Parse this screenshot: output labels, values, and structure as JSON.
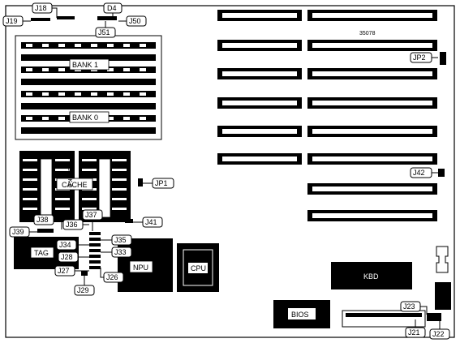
{
  "board": {
    "id_text": "35078",
    "labels": {
      "j18": "J18",
      "d4": "D4",
      "j19": "J19",
      "j50": "J50",
      "j51": "J51",
      "bank1": "BANK 1",
      "bank0": "BANK 0",
      "jp2": "JP2",
      "jp1": "JP1",
      "j42": "J42",
      "j41": "J41",
      "cache_bank0": "BANK 0",
      "cache": "CACHE",
      "cache_bank1": "BANK 1",
      "j38": "J38",
      "j36": "J36",
      "j37": "J37",
      "j39": "J39",
      "j34": "J34",
      "j35": "J35",
      "tag": "TAG",
      "j28": "J28",
      "j33": "J33",
      "j27": "J27",
      "j26": "J26",
      "j29": "J29",
      "npu": "NPU",
      "cpu": "CPU",
      "kbd": "KBD",
      "bios": "BIOS",
      "j23": "J23",
      "j21": "J21",
      "j22": "J22"
    }
  }
}
